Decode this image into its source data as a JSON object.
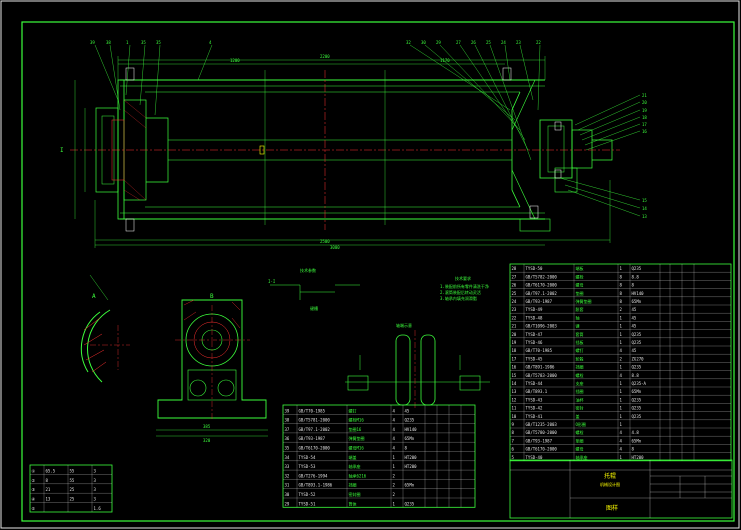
{
  "labels": {
    "section_a": "A",
    "section_b": "B",
    "left_tag": "I",
    "title_block_main": "托辊",
    "title_block_sub": "机械设计图",
    "title_block_note": "图样"
  },
  "parts_left": [
    [
      "39",
      "GB/T70-1985",
      "螺钉",
      "4",
      "45",
      "",
      "",
      "",
      ""
    ],
    [
      "38",
      "GB/T5781-2000",
      "螺栓M16",
      "4",
      "Q235",
      "",
      "",
      "",
      ""
    ],
    [
      "37",
      "GB/T97.1-2002",
      "垫圈16",
      "4",
      "HV140",
      "",
      "",
      "",
      ""
    ],
    [
      "36",
      "GB/T93-1987",
      "弹簧垫圈",
      "4",
      "65Mn",
      "",
      "",
      "",
      ""
    ],
    [
      "35",
      "GB/T6170-2000",
      "螺母M16",
      "4",
      "8",
      "",
      "",
      "",
      ""
    ],
    [
      "34",
      "TYSD-54",
      "端盖",
      "1",
      "HT200",
      "",
      "",
      "",
      ""
    ],
    [
      "33",
      "TYSD-53",
      "轴承座",
      "1",
      "HT200",
      "",
      "",
      "",
      ""
    ],
    [
      "32",
      "GB/T276-1994",
      "轴承6216",
      "2",
      "",
      "",
      "",
      "",
      ""
    ],
    [
      "31",
      "GB/T893.1-1986",
      "挡圈",
      "2",
      "65Mn",
      "",
      "",
      "",
      ""
    ],
    [
      "30",
      "TYSD-52",
      "密封圈",
      "2",
      "",
      "",
      "",
      "",
      ""
    ],
    [
      "29",
      "TYSD-51",
      "筒体",
      "1",
      "Q235",
      "",
      "",
      "",
      ""
    ]
  ],
  "parts_right": [
    [
      "28",
      "TYSD-50",
      "端板",
      "1",
      "Q235",
      "",
      "",
      "",
      ""
    ],
    [
      "27",
      "GB/T5782-2000",
      "螺栓",
      "8",
      "8.8",
      "",
      "",
      "",
      ""
    ],
    [
      "26",
      "GB/T6170-2000",
      "螺母",
      "8",
      "8",
      "",
      "",
      "",
      ""
    ],
    [
      "25",
      "GB/T97.1-2002",
      "垫圈",
      "8",
      "HV140",
      "",
      "",
      "",
      ""
    ],
    [
      "24",
      "GB/T93-1987",
      "弹簧垫圈",
      "8",
      "65Mn",
      "",
      "",
      "",
      ""
    ],
    [
      "23",
      "TYSD-49",
      "胀套",
      "2",
      "45",
      "",
      "",
      "",
      ""
    ],
    [
      "22",
      "TYSD-48",
      "轴",
      "1",
      "45",
      "",
      "",
      "",
      ""
    ],
    [
      "21",
      "GB/T1096-2003",
      "键",
      "1",
      "45",
      "",
      "",
      "",
      ""
    ],
    [
      "20",
      "TYSD-47",
      "套筒",
      "1",
      "Q235",
      "",
      "",
      "",
      ""
    ],
    [
      "19",
      "TYSD-46",
      "挡板",
      "1",
      "Q235",
      "",
      "",
      "",
      ""
    ],
    [
      "18",
      "GB/T70-1985",
      "螺钉",
      "4",
      "45",
      "",
      "",
      "",
      ""
    ],
    [
      "17",
      "TYSD-45",
      "轮毂",
      "2",
      "ZG270",
      "",
      "",
      "",
      ""
    ],
    [
      "16",
      "GB/T891-1986",
      "挡圈",
      "1",
      "Q235",
      "",
      "",
      "",
      ""
    ],
    [
      "15",
      "GB/T5783-2000",
      "螺栓",
      "4",
      "8.8",
      "",
      "",
      "",
      ""
    ],
    [
      "14",
      "TYSD-44",
      "支座",
      "1",
      "Q235-A",
      "",
      "",
      "",
      ""
    ],
    [
      "13",
      "GB/T893.1",
      "挡圈",
      "1",
      "65Mn",
      "",
      "",
      "",
      ""
    ],
    [
      "12",
      "TYSD-43",
      "油杯",
      "1",
      "Q235",
      "",
      "",
      "",
      ""
    ],
    [
      "11",
      "TYSD-42",
      "密封",
      "1",
      "Q235",
      "",
      "",
      "",
      ""
    ],
    [
      "10",
      "TYSD-41",
      "盖",
      "1",
      "Q235",
      "",
      "",
      "",
      ""
    ],
    [
      "9",
      "GB/T1235-2003",
      "O形圈",
      "1",
      "",
      "",
      "",
      "",
      ""
    ],
    [
      "8",
      "GB/T5780-2000",
      "螺栓",
      "4",
      "4.8",
      "",
      "",
      "",
      ""
    ],
    [
      "7",
      "GB/T93-1987",
      "垫圈",
      "4",
      "65Mn",
      "",
      "",
      "",
      ""
    ],
    [
      "6",
      "GB/T6170-2000",
      "螺母",
      "4",
      "8",
      "",
      "",
      "",
      ""
    ],
    [
      "5",
      "TYSD-40",
      "轴承座",
      "1",
      "HT200",
      "",
      "",
      "",
      ""
    ]
  ],
  "tolerance_table": [
    [
      "①",
      "65.5",
      "55",
      "3"
    ],
    [
      "②",
      "8",
      "55",
      "3"
    ],
    [
      "③",
      "21",
      "25",
      "3"
    ],
    [
      "④",
      "13",
      "25",
      "3"
    ],
    [
      "⑤",
      "",
      "",
      "1.6"
    ]
  ],
  "dim_texts": [
    "2200",
    "1200",
    "1170",
    "2500",
    "3000",
    "385",
    "320"
  ],
  "notes": [
    "技术要求",
    "1.装配前所有零件清洗干净",
    "2.滚筒装配后转动灵活",
    "3.轴承内填充润滑脂"
  ]
}
